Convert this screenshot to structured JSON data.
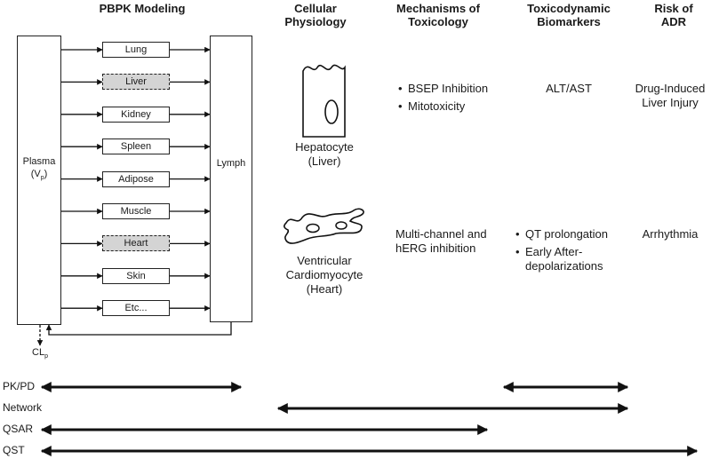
{
  "headers": {
    "pbpk": "PBPK Modeling",
    "cellular": "Cellular\nPhysiology",
    "mechanisms": "Mechanisms of\nToxicology",
    "biomarkers": "Toxicodynamic\nBiomarkers",
    "risk": "Risk of\nADR"
  },
  "pbpk": {
    "plasma_label": "Plasma",
    "plasma_symbol": "(V",
    "plasma_sub": "p",
    "plasma_close": ")",
    "lymph_label": "Lymph",
    "clearance_label": "CL",
    "clearance_sub": "p",
    "organs": [
      {
        "label": "Lung",
        "highlighted": false
      },
      {
        "label": "Liver",
        "highlighted": true
      },
      {
        "label": "Kidney",
        "highlighted": false
      },
      {
        "label": "Spleen",
        "highlighted": false
      },
      {
        "label": "Adipose",
        "highlighted": false
      },
      {
        "label": "Muscle",
        "highlighted": false
      },
      {
        "label": "Heart",
        "highlighted": true
      },
      {
        "label": "Skin",
        "highlighted": false
      },
      {
        "label": "Etc...",
        "highlighted": false
      }
    ],
    "highlight_color": "#d4d4d4"
  },
  "rows": [
    {
      "cell_label": "Hepatocyte\n(Liver)",
      "cell_icon": "hepatocyte-icon",
      "mechanisms": [
        "BSEP Inhibition",
        "Mitotoxicity"
      ],
      "biomarker_text": "ALT/AST",
      "risk": "Drug-Induced\nLiver Injury"
    },
    {
      "cell_label": "Ventricular\nCardiomyocyte\n(Heart)",
      "cell_icon": "cardiomyocyte-icon",
      "mechanisms_text": "Multi-channel and\nhERG inhibition",
      "biomarkers": [
        "QT prolongation",
        "Early After-\ndepolarizations"
      ],
      "risk": "Arrhythmia"
    }
  ],
  "approaches": [
    {
      "label": "PK/PD",
      "span": [
        "PBPK Modeling",
        "PBPK Modeling"
      ],
      "span2": [
        "Toxicodynamic Biomarkers",
        "Toxicodynamic Biomarkers"
      ]
    },
    {
      "label": "Network",
      "span": [
        "Cellular Physiology",
        "Toxicodynamic Biomarkers"
      ]
    },
    {
      "label": "QSAR",
      "span": [
        "PBPK Modeling",
        "Mechanisms of Toxicology"
      ]
    },
    {
      "label": "QST",
      "span": [
        "PBPK Modeling",
        "Risk of ADR"
      ]
    }
  ]
}
